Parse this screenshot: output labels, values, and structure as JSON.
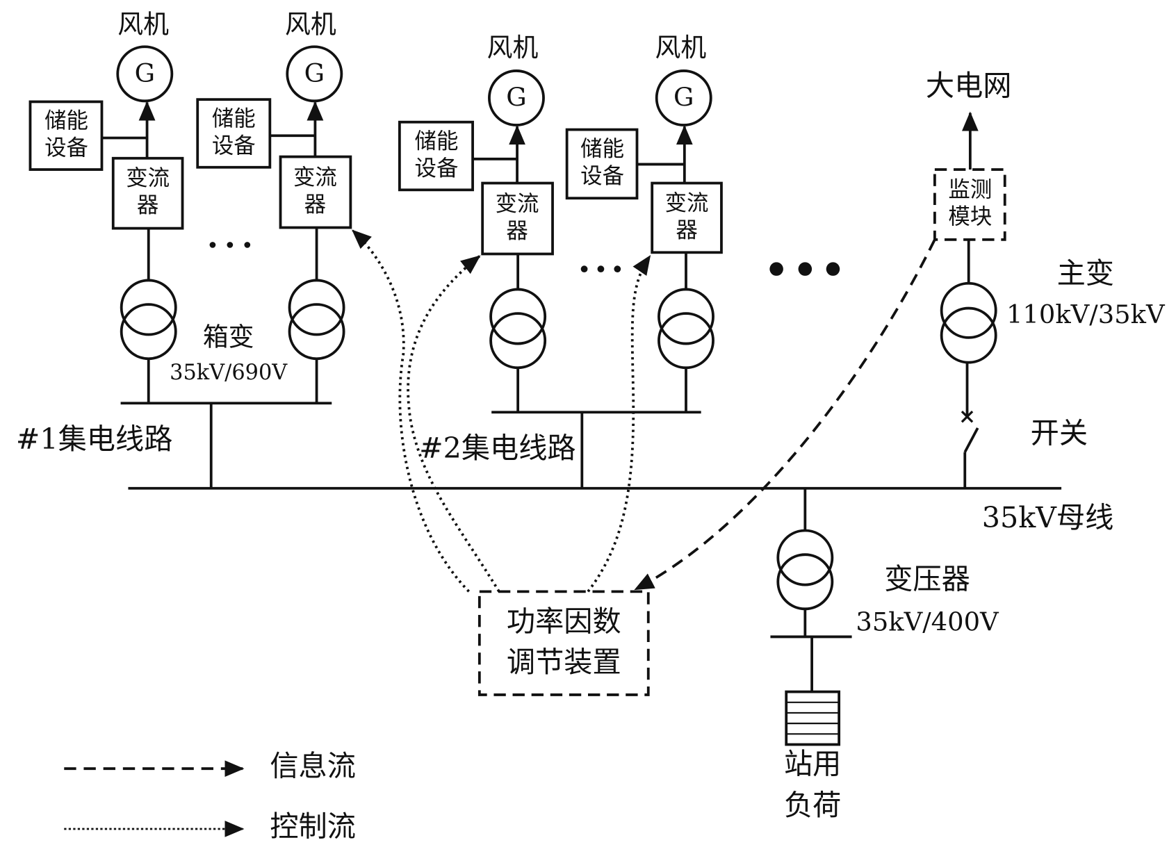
{
  "labels": {
    "wind_turbine": "风机",
    "generator_symbol": "G",
    "storage_line1": "储能",
    "storage_line2": "设备",
    "converter_line1": "变流",
    "converter_line2": "器",
    "box_transformer": "箱变",
    "box_transformer_rating": "35kV/690V",
    "feeder_1": "#1集电线路",
    "feeder_2": "#2集电线路",
    "grid": "大电网",
    "monitor_line1": "监测",
    "monitor_line2": "模块",
    "main_transformer": "主变",
    "main_transformer_rating": "110kV/35kV",
    "switch": "开关",
    "bus": "35kV母线",
    "transformer": "变压器",
    "transformer_rating": "35kV/400V",
    "pf_device_line1": "功率因数",
    "pf_device_line2": "调节装置",
    "station_load_line1": "站用",
    "station_load_line2": "负荷",
    "ellipsis": "…"
  },
  "legend": {
    "info_flow": "信息流",
    "control_flow": "控制流"
  }
}
